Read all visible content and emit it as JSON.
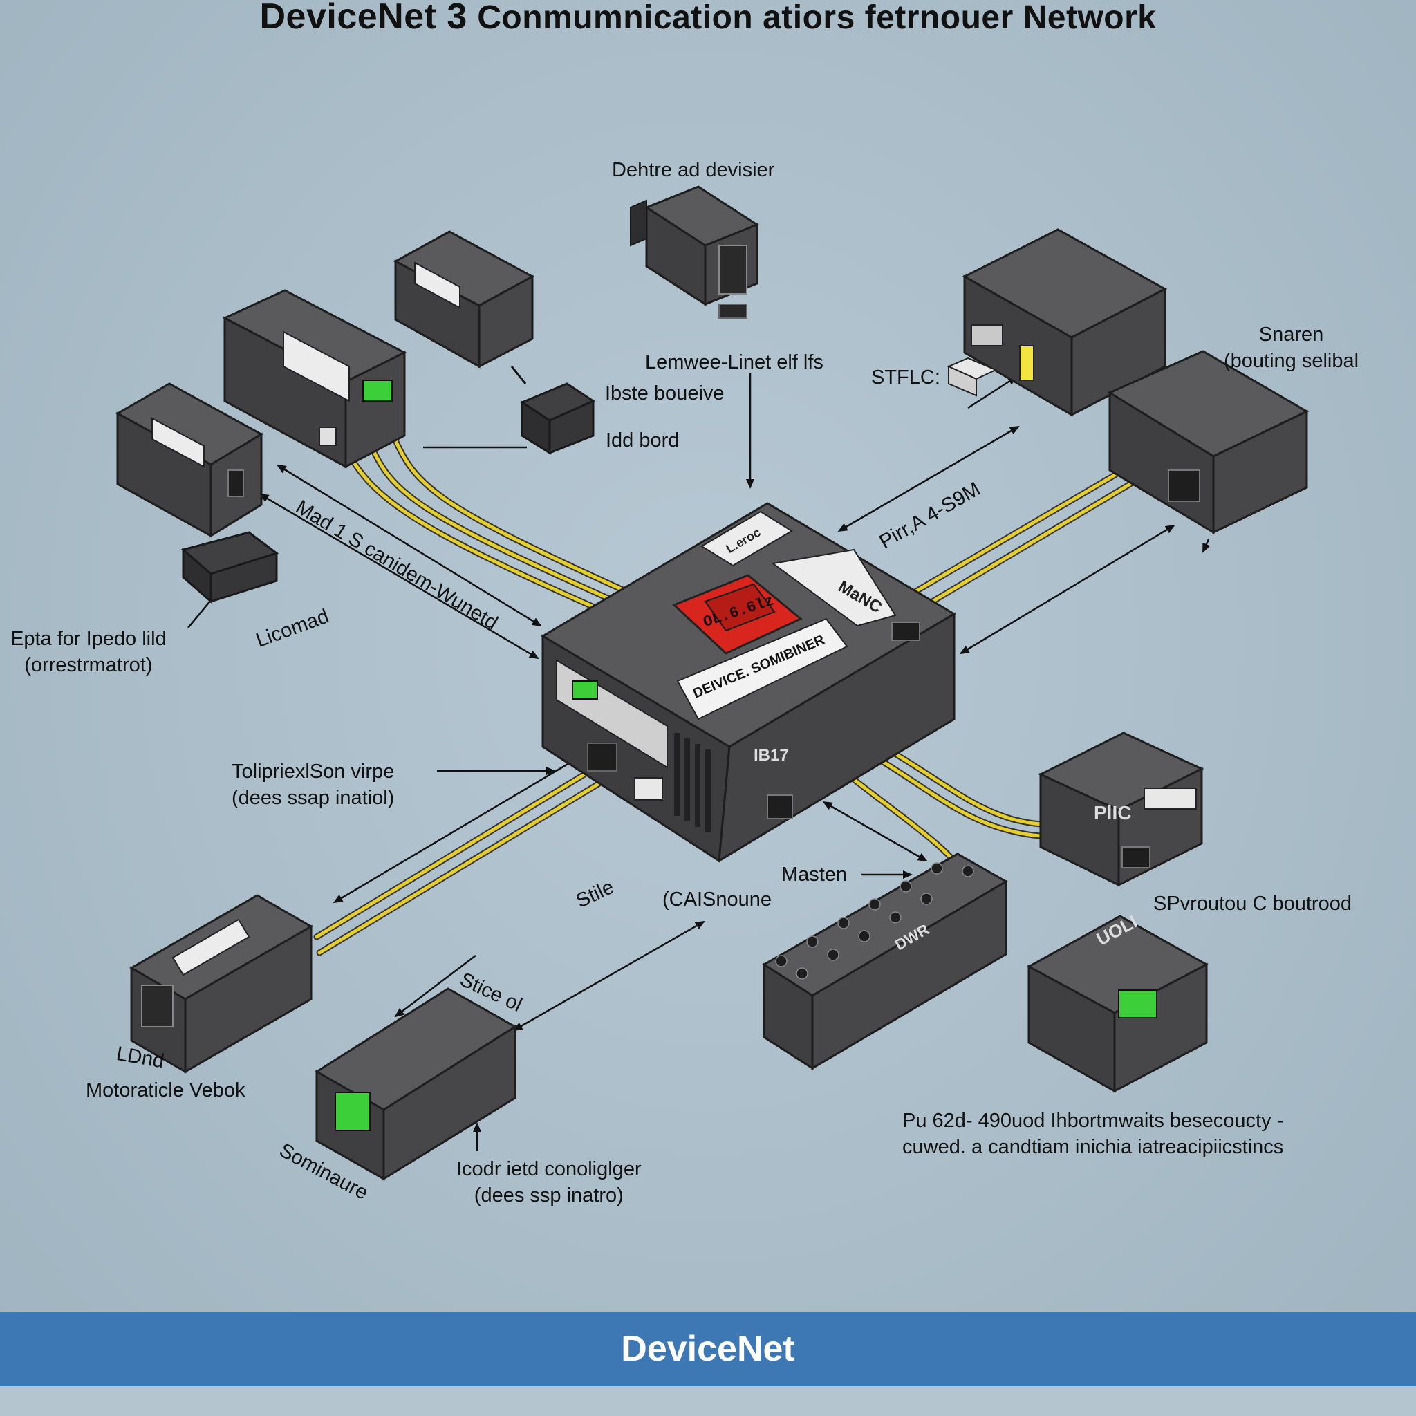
{
  "title": {
    "part1": "DeviceNet 3",
    "part2": "Conmumnication atiors fetrnouer Network"
  },
  "labels": {
    "top_device": "Dehtre ad devisier",
    "lemwee": "Lemwee-Linet elf lfs",
    "ibste": "Ibste boueive",
    "idd_bord": "Idd bord",
    "stflc": "STFLC:",
    "snaren_line1": "Snaren",
    "snaren_line2": "(bouting selibal",
    "pirp": "Pirr,A 4-S9M",
    "mad": "Mad 1 S canidem-Wunetd",
    "licomad": "Licomad",
    "epta_line1": "Epta for Ipedo lild",
    "epta_line2": "(orrestrmatrot)",
    "toliprix_line1": "TolipriexlSon virpe",
    "toliprix_line2": "(dees ssap inatiol)",
    "stile": "Stile",
    "masten": "Masten",
    "cai": "(CAISnoune",
    "spvroutou": "SPvroutou C boutrood",
    "stice": "Stice ol",
    "ldnd": "LDnd",
    "motor": "Motoraticle Vebok",
    "sominaure": "Sominaure",
    "icodr_line1": "Icodr ietd conoliglger",
    "icodr_line2": "(dees ssp inatro)",
    "pu_line1": "Pu 62d- 490uod Ihbortmwaits besecoucty -",
    "pu_line2": "cuwed. a candtiam inichia iatreacipiicstincs"
  },
  "device_text": {
    "central_red": "OL.6.6lz",
    "central_tag1": "L.eroc",
    "central_tag2": "MaNC",
    "central_tag3": "DEIVICE. SOMIBINER",
    "central_side": "IB17",
    "plc_right": "PlIC",
    "stack_front": "DWR",
    "right_bottom": "UOLI"
  },
  "footer": {
    "text": "DeviceNet"
  },
  "colors": {
    "background": "#a9bcc8",
    "device_body": "#4a4a4c",
    "device_dark": "#2f2f31",
    "cable": "#e6cf2c",
    "display_green": "#3ccf3a",
    "display_red": "#d8261f",
    "footer": "#3d78b4"
  }
}
